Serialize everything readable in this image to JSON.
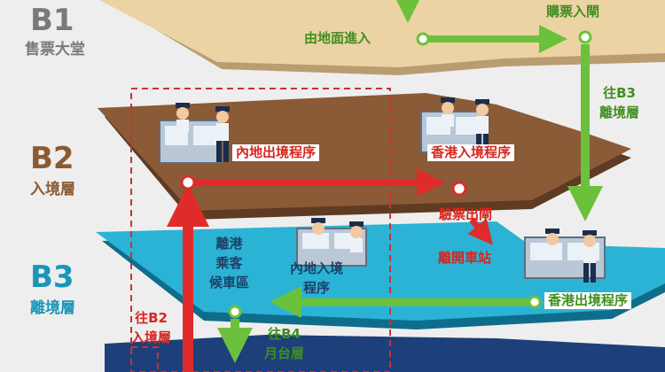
{
  "levels": [
    {
      "code": "B1",
      "name": "售票大堂",
      "color": "#7a7a7a"
    },
    {
      "code": "B2",
      "name": "入境層",
      "color": "#8a5a33"
    },
    {
      "code": "B3",
      "name": "離境層",
      "color": "#1996b8"
    }
  ],
  "labels": {
    "ground_entry": "由地面進入",
    "ticket_gate": "購票入閘",
    "to_b3_departure_line1": "往B3",
    "to_b3_departure_line2": "離境層",
    "mainland_exit": "內地出境程序",
    "hk_entry": "香港入境程序",
    "ticket_check_exit": "驗票出閘",
    "leave_station": "離開車站",
    "hk_departure_waiting_line1": "離港",
    "hk_departure_waiting_line2": "乘客",
    "hk_departure_waiting_line3": "候車區",
    "mainland_entry_line1": "內地入境",
    "mainland_entry_line2": "程序",
    "hk_exit": "香港出境程序",
    "to_b2_arrival_line1": "往B2",
    "to_b2_arrival_line2": "入境層",
    "to_b4_platform_line1": "往B4",
    "to_b4_platform_line2": "月台層"
  },
  "colors": {
    "b1_floor": "#ecd3a4",
    "b2_floor": "#8b5a37",
    "b3_floor": "#2bb3d6",
    "b4_floor": "#1d3f7a",
    "arrival_route": "#e02b2b",
    "departure_route": "#6cc13c"
  }
}
